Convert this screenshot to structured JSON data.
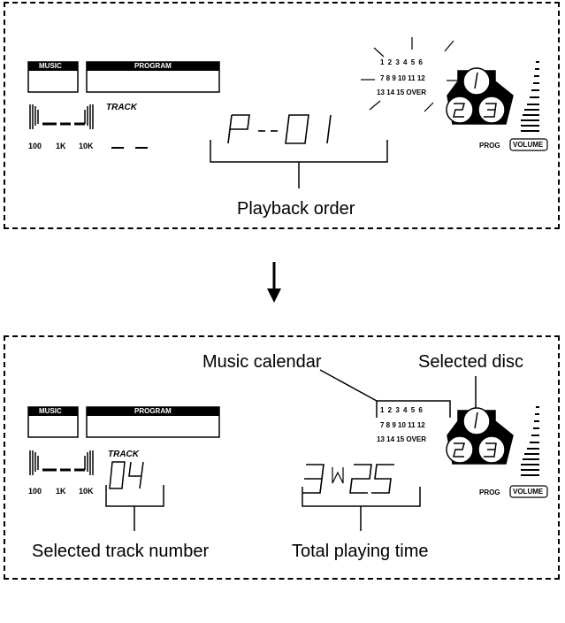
{
  "top_panel": {
    "music_label": "MUSIC",
    "program_label": "PROGRAM",
    "track_label": "TRACK",
    "eq_labels": [
      "100",
      "1K",
      "10K"
    ],
    "track_value": "— —",
    "main_display": "P--01",
    "calendar_rows": [
      "1 2 3 4 5 6",
      "7 8 9 10 11 12",
      "13 14 15 OVER"
    ],
    "disc_numbers": [
      "1",
      "2",
      "3"
    ],
    "prog_label": "PROG",
    "volume_label": "VOLUME",
    "caption": "Playback order"
  },
  "bottom_panel": {
    "music_label": "MUSIC",
    "program_label": "PROGRAM",
    "track_label": "TRACK",
    "eq_labels": [
      "100",
      "1K",
      "10K"
    ],
    "track_value": "04",
    "time_display": "3M25",
    "calendar_rows": [
      "1 2 3 4 5 6",
      "7 8 9 10 11 12",
      "13 14 15 OVER"
    ],
    "disc_numbers": [
      "1",
      "2",
      "3"
    ],
    "prog_label": "PROG",
    "volume_label": "VOLUME",
    "callouts": {
      "music_calendar": "Music calendar",
      "selected_disc": "Selected disc",
      "selected_track": "Selected track number",
      "total_time": "Total playing time"
    }
  }
}
